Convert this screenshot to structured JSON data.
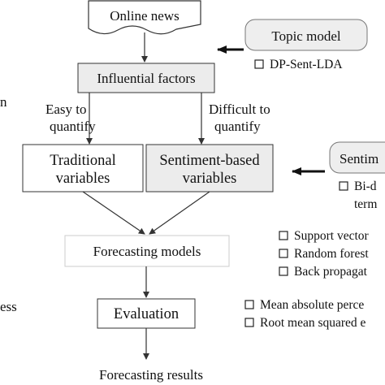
{
  "nodes": {
    "online_news": "Online news",
    "influential_factors": "Influential factors",
    "traditional_line1": "Traditional",
    "traditional_line2": "variables",
    "sentiment_line1": "Sentiment-based",
    "sentiment_line2": "variables",
    "forecasting_models": "Forecasting models",
    "evaluation": "Evaluation",
    "forecasting_results": "Forecasting results"
  },
  "branch_labels": {
    "easy_line1": "Easy to",
    "easy_line2": "quantify",
    "difficult_line1": "Difficult to",
    "difficult_line2": "quantify"
  },
  "side_boxes": {
    "topic_model": {
      "title": "Topic model",
      "items": [
        "DP-Sent-LDA"
      ]
    },
    "sentiment": {
      "title": "Sentim",
      "items": [
        "Bi-d",
        "term"
      ]
    }
  },
  "model_items": [
    "Support vector",
    "Random forest",
    "Back propagat"
  ],
  "evaluation_items": [
    "Mean absolute perce",
    "Root mean squared e"
  ],
  "left_cut_text": {
    "top": "n",
    "bottom": "ess"
  },
  "colors": {
    "stroke": "#333333",
    "box_fill": "#ffffff",
    "shaded_fill": "#ececec",
    "side_box_fill": "#eeeeee",
    "text": "#111111"
  },
  "icons": {
    "checkbox": "empty-square-checkbox-icon",
    "arrow": "arrow-icon"
  }
}
